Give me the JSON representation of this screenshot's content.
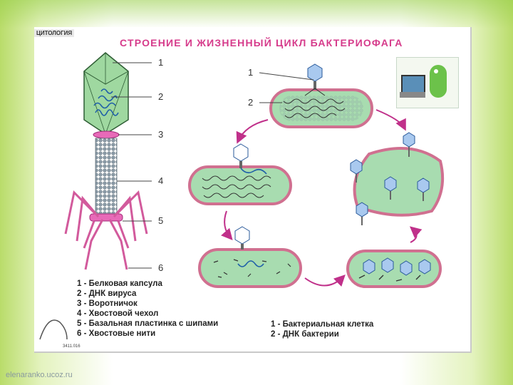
{
  "header": {
    "corner_tag": "ЦИТОЛОГИЯ",
    "title": "СТРОЕНИЕ И ЖИЗНЕННЫЙ ЦИКЛ БАКТЕРИОФАГА"
  },
  "phage_numbers": [
    "1",
    "2",
    "3",
    "4",
    "5",
    "6"
  ],
  "cell_numbers": [
    "1",
    "2"
  ],
  "phage_legend": [
    "1 - Белковая капсула",
    "2 - ДНК вируса",
    "3 - Воротничок",
    "4 - Хвостовой чехол",
    "5 - Базальная пластинка с шипами",
    "6 - Хвостовые нити"
  ],
  "cell_legend": [
    "1 -  Бактериальная клетка",
    "2 - ДНК бактерии"
  ],
  "code": "3411.016",
  "footer": "elenaranko.ucoz.ru",
  "colors": {
    "title": "#d63b8b",
    "capsid": "#9fd8a0",
    "cell_fill": "#a8dcb0",
    "cell_wall": "#d07090",
    "arrow": "#c0308a",
    "tail": "#8c9aa0"
  }
}
